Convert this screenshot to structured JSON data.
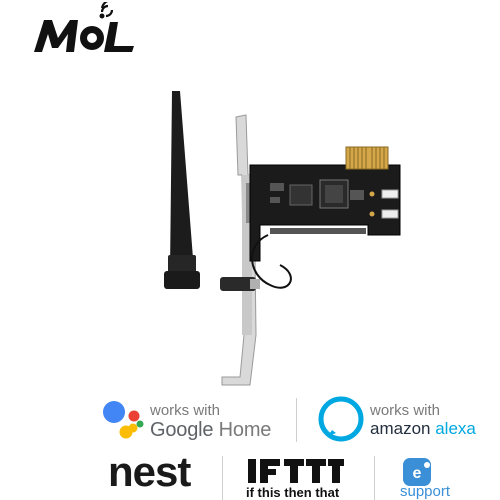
{
  "brand": {
    "logo_text": "MOL",
    "logo_color": "#111111"
  },
  "product": {
    "name": "pcie-wifi-card-with-antenna"
  },
  "compatibility": {
    "google_home": {
      "works_with": "works with",
      "brand": "Google",
      "product": "Home"
    },
    "alexa": {
      "works_with": "works with",
      "brand": "amazon",
      "product": "alexa",
      "color": "#00a8e1"
    },
    "nest": {
      "label": "nest"
    },
    "ifttt": {
      "logo": "IFTTT",
      "tagline": "if this then that"
    },
    "ewelink": {
      "label": "support",
      "color": "#3a8fd6"
    }
  },
  "icons": [
    "wifi-signal-icon",
    "google-assistant-icon",
    "alexa-icon",
    "ewelink-icon"
  ]
}
